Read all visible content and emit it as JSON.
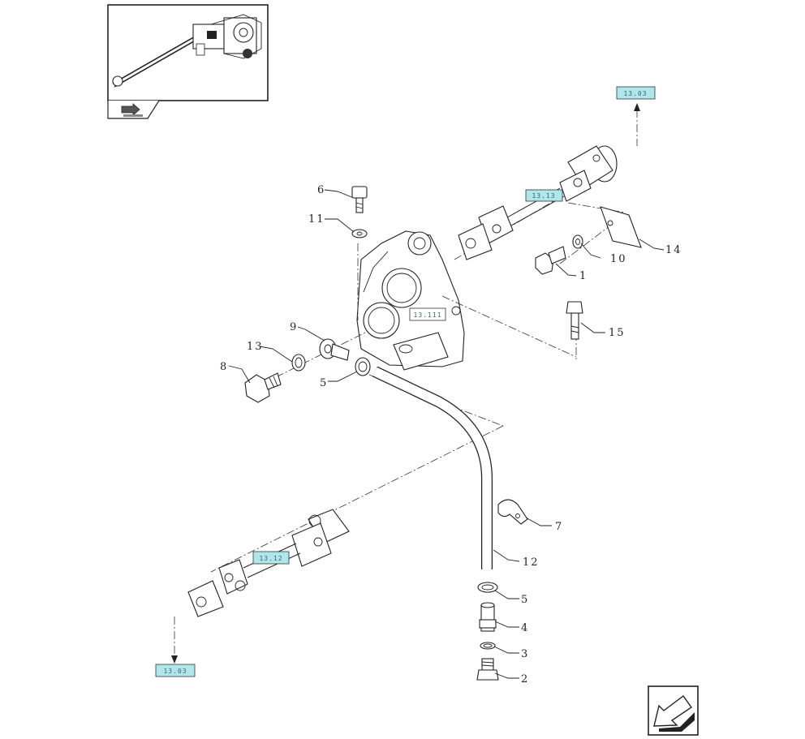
{
  "parts": {
    "p1": "1",
    "p2": "2",
    "p3": "3",
    "p4": "4",
    "p5a": "5",
    "p5b": "5",
    "p6": "6",
    "p7": "7",
    "p8": "8",
    "p9": "9",
    "p10": "10",
    "p11": "11",
    "p12": "12",
    "p13": "13",
    "p14": "14",
    "p15": "15"
  },
  "references": {
    "top_right": "13.03",
    "shaft_upper": "13.13",
    "housing": "13.111",
    "shaft_lower": "13.12",
    "bottom_left": "13.03"
  },
  "colors": {
    "ref_tag_fill": "#aee6ea",
    "line": "#222222"
  },
  "icons": {
    "thumbnail": "assembly-thumbnail-icon",
    "thumbnail_badge": "book-arrow-icon",
    "nav": "next-page-arrow-icon"
  }
}
